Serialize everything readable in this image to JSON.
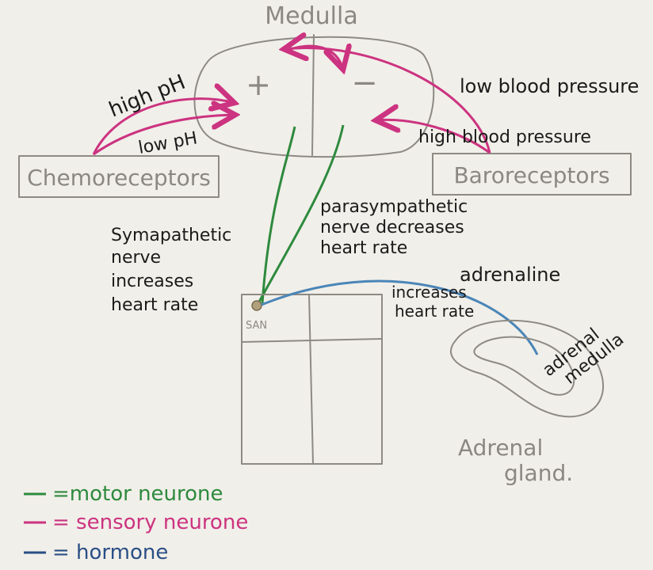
{
  "labels": {
    "medulla": "Medulla",
    "plus": "+",
    "minus": "−",
    "chemoreceptors": "Chemoreceptors",
    "baroreceptors": "Baroreceptors",
    "high_ph": "high pH",
    "low_ph": "low pH",
    "low_bp": "low blood pressure",
    "high_bp": "high blood pressure",
    "sympathetic": [
      "Symapathetic",
      "nerve",
      "increases",
      "heart rate"
    ],
    "parasympathetic": [
      "parasympathetic",
      "nerve decreases",
      "heart rate"
    ],
    "adrenaline": "adrenaline",
    "adrenaline_effect": [
      "increases",
      "heart rate"
    ],
    "adrenal_medulla": [
      "adrenal",
      "medulla"
    ],
    "adrenal_gland": [
      "Adrenal",
      "gland."
    ],
    "san": "SAN"
  },
  "legend": [
    {
      "text": "=motor neurone",
      "color": "#2e8a3e"
    },
    {
      "text": "= sensory neurone",
      "color": "#cc3380"
    },
    {
      "text": "= hormone",
      "color": "#2a4f86"
    }
  ],
  "colors": {
    "motor": "#2e8a3e",
    "sensory": "#cc3380",
    "hormone": "#4a86b8",
    "pencil": "#8d8a84",
    "ink": "#1b1b1b"
  }
}
